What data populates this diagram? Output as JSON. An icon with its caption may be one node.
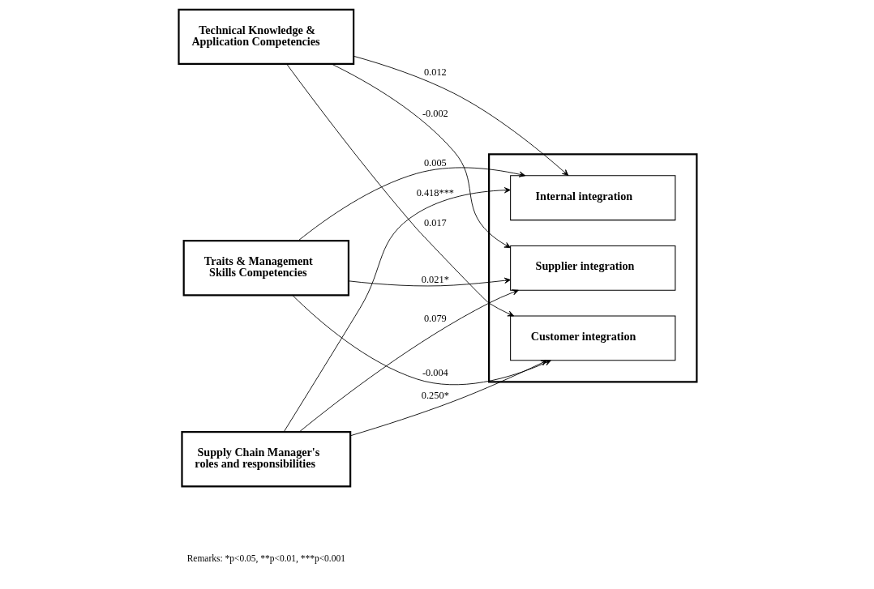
{
  "diagram": {
    "nodes": [
      {
        "text": [
          "Technical Knowledge & Application Competencies"
        ]
      },
      {
        "text": [
          "Traits & Management Skills Competencies"
        ]
      },
      {
        "text": [
          "Supply Chain Manager's roles and responsibilities"
        ]
      },
      {
        "text": [],
        "shape": "box"
      },
      {
        "text": [
          "Internal integration"
        ],
        "in": 3
      },
      {
        "text": [
          "Supplier integration"
        ],
        "in": 3
      },
      {
        "text": [
          "Customer integration"
        ],
        "in": 3
      }
    ],
    "edges": [
      {
        "from": 0,
        "to": 4,
        "arrow": "to",
        "label": "0.012"
      },
      {
        "from": 0,
        "to": 5,
        "arrow": "to",
        "label": "-0.002"
      },
      {
        "from": 0,
        "to": 6,
        "arrow": "to",
        "label": "0.017"
      },
      {
        "from": 1,
        "to": 4,
        "arrow": "to",
        "label": "0.005"
      },
      {
        "from": 1,
        "to": 5,
        "arrow": "to",
        "label": "0.021*"
      },
      {
        "from": 1,
        "to": 6,
        "arrow": "to",
        "label": "-0.004"
      },
      {
        "from": 2,
        "to": 4,
        "arrow": "to",
        "label": "0.418***"
      },
      {
        "from": 2,
        "to": 5,
        "arrow": "to",
        "label": "0.079"
      },
      {
        "from": 2,
        "to": 6,
        "arrow": "to",
        "label": "0.250*"
      }
    ],
    "labels": [
      "Remarks: *p<0.05, **p<0.01, ***p<0.001"
    ]
  }
}
